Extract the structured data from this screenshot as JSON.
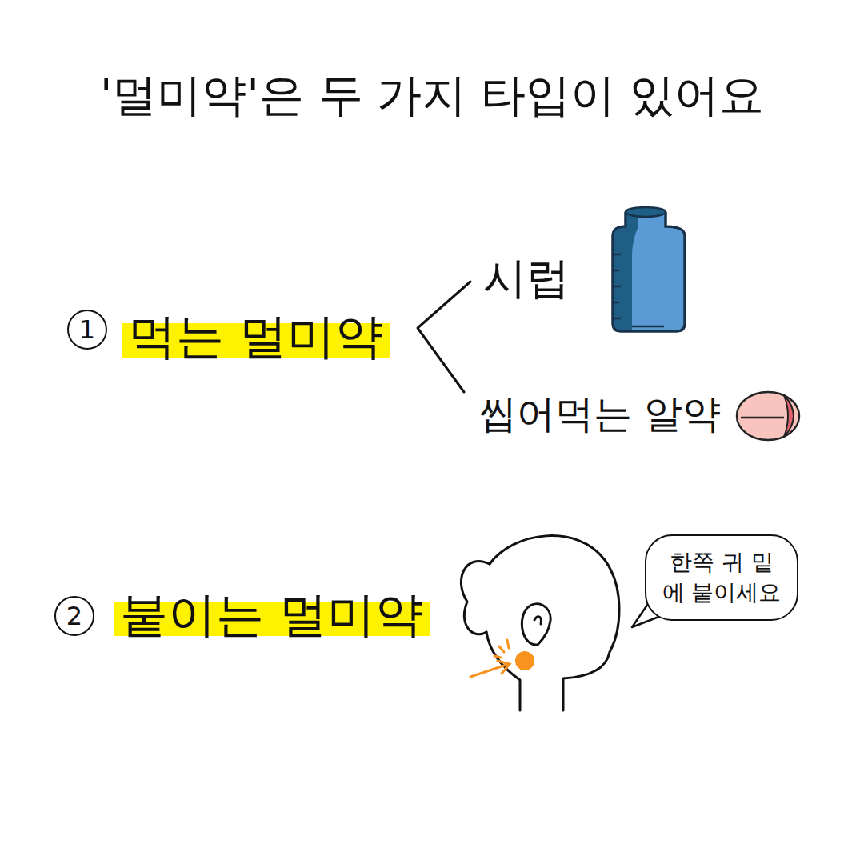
{
  "diagram": {
    "title": "'멀미약'은 두 가지 타입이 있어요",
    "nodes": [
      {
        "text": [
          "먹는 멀미약"
        ]
      },
      {
        "text": [
          "붙이는 멀미약"
        ]
      },
      {
        "text": [
          "한쪽 귀 밑에 붙이세요"
        ]
      }
    ],
    "labels": [
      "1",
      "2",
      "시럽",
      "씹어먹는 알약"
    ]
  }
}
